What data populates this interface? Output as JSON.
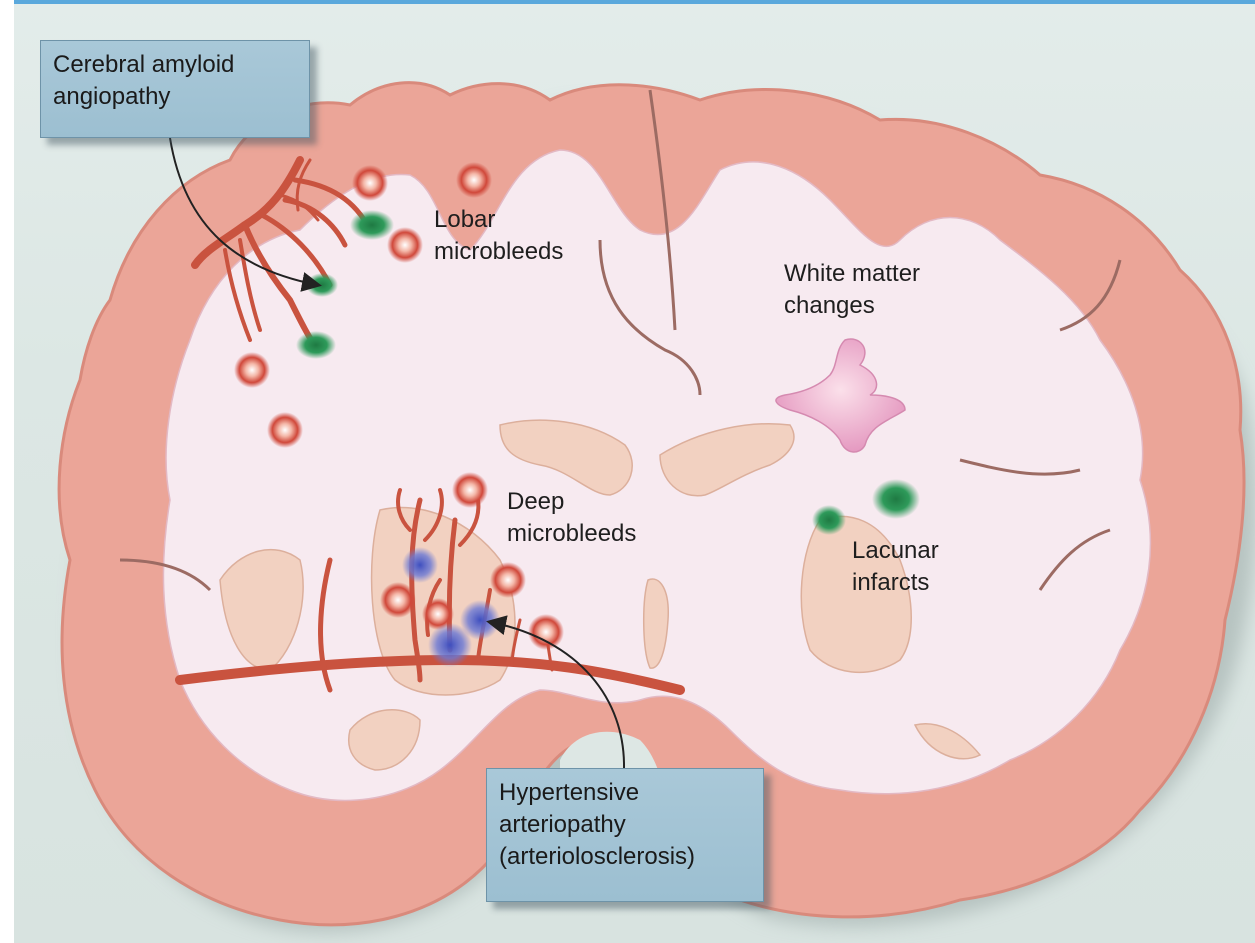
{
  "labels": {
    "caa": [
      "Cerebral amyloid",
      "angiopathy"
    ],
    "lobar": [
      "Lobar",
      "microbleeds"
    ],
    "white_matter": [
      "White matter",
      "changes"
    ],
    "deep": [
      "Deep",
      "microbleeds"
    ],
    "lacunar": [
      "Lacunar",
      "infarcts"
    ],
    "hypertensive": [
      "Hypertensive",
      "arteriopathy",
      "(arteriolosclerosis)"
    ]
  },
  "colors": {
    "cortex": "#eba598",
    "cortex_edge": "#d98a7c",
    "white_matter": "#f7eaf0",
    "deep_nuclei": "#f2d1c1",
    "vessel": "#c9533f",
    "microbleed": "#d0483a",
    "lacune": "#2e9a5a",
    "deep_lesion": "#6a78d4",
    "wm_lesion": "#e8a0c6",
    "callout_fill": "#a9c8d8"
  }
}
